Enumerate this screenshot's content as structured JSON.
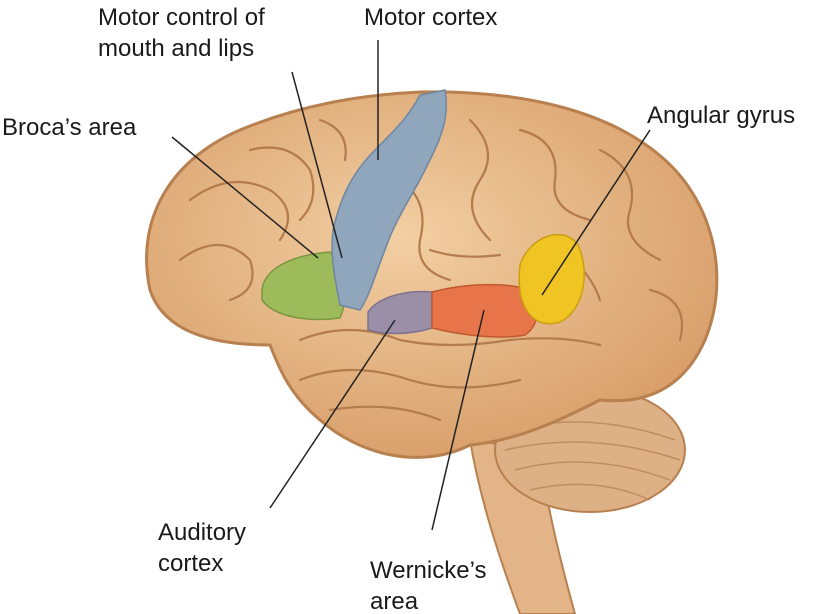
{
  "labels": {
    "motor_control_line1": "Motor control of",
    "motor_control_line2": "mouth and lips",
    "motor_cortex": "Motor cortex",
    "broca": "Broca’s area",
    "angular": "Angular gyrus",
    "auditory_line1": "Auditory",
    "auditory_line2": "cortex",
    "wernicke_line1": "Wernicke’s",
    "wernicke_line2": "area"
  },
  "colors": {
    "brain": "#e9bd8c",
    "brain_shadow": "#b9804f",
    "broca": "#9dbb5a",
    "motor_cortex": "#8fa6bd",
    "auditory": "#9a8fa6",
    "wernicke": "#e8744a",
    "angular": "#f0c423"
  }
}
